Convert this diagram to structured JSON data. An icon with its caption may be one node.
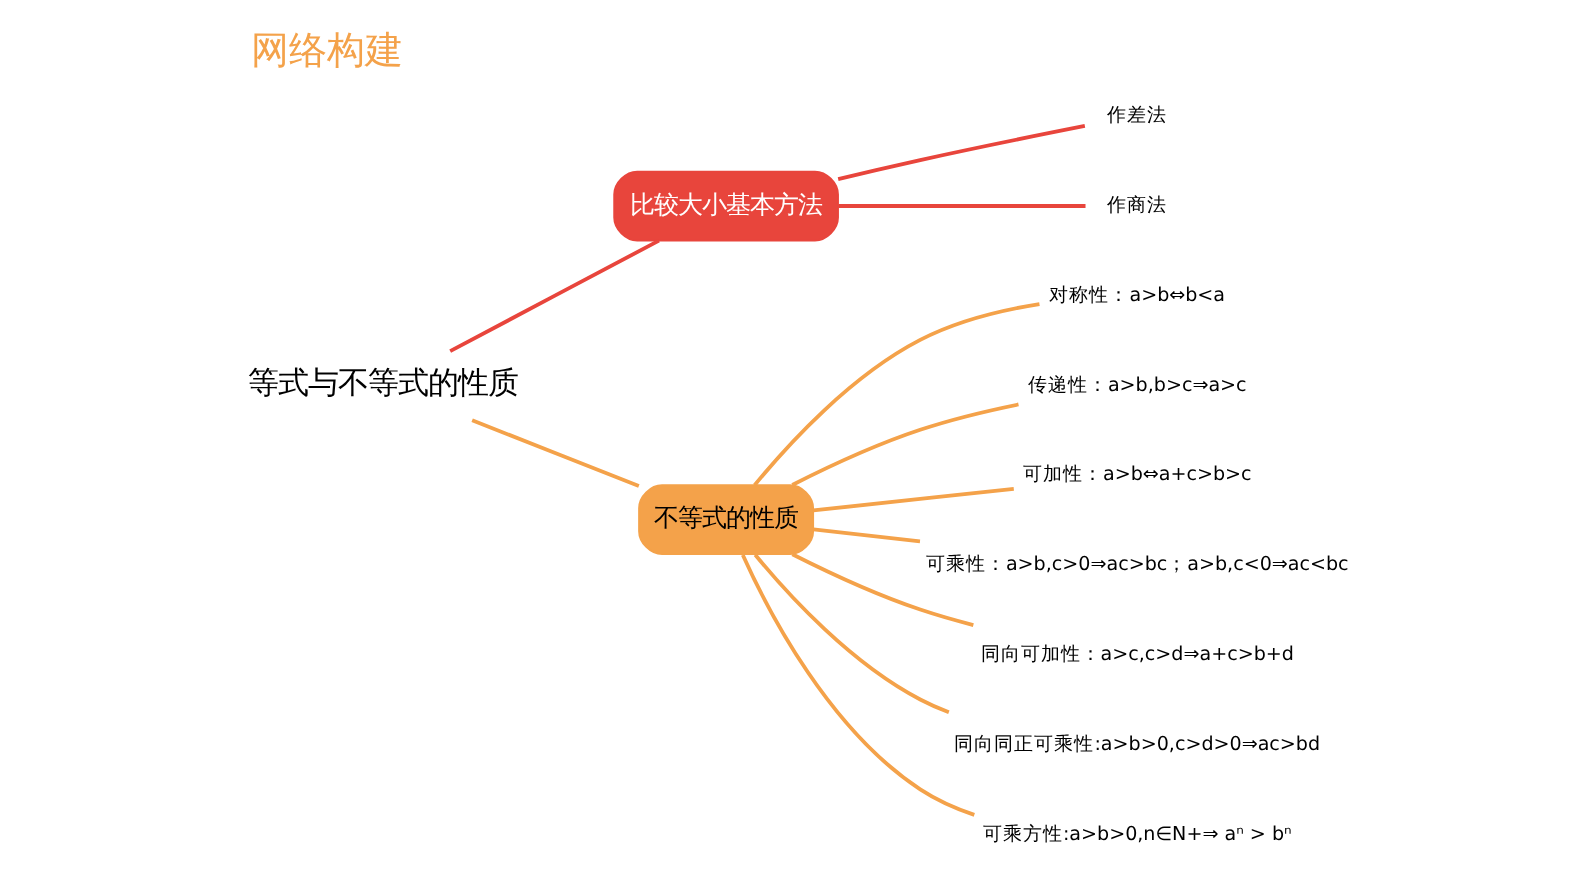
{
  "diagram": {
    "title": "网络构建",
    "nodes": [
      {
        "text": [
          "等式与不等式的性质"
        ]
      },
      {
        "text": [
          "比较大小基本方法"
        ]
      },
      {
        "text": [
          "作差法"
        ]
      },
      {
        "text": [
          "作商法"
        ]
      },
      {
        "text": [
          "不等式的性质"
        ]
      },
      {
        "text": [
          "对称性：a>b⇔b<a"
        ]
      },
      {
        "text": [
          "传递性：a>b,b>c⇒a>c"
        ]
      },
      {
        "text": [
          "可加性：a>b⇔a+c>b>c"
        ]
      },
      {
        "text": [
          "可乘性：a>b,c>0⇒ac>bc；a>b,c<0⇒ac<bc"
        ]
      },
      {
        "text": [
          "同向可加性：a>c,c>d⇒a+c>b+d"
        ]
      },
      {
        "text": [
          "同向同正可乘性:a>b>0,c>d>0⇒ac>bd"
        ]
      },
      {
        "text": [
          "可乘方性:a>b>0,n∈N+⇒ aⁿ > bⁿ"
        ]
      }
    ],
    "edges": [
      {
        "from": 0,
        "to": 1,
        "arrow": "none",
        "color": "#e8453c"
      },
      {
        "from": 1,
        "to": 2,
        "arrow": "none",
        "color": "#e8453c"
      },
      {
        "from": 1,
        "to": 3,
        "arrow": "none",
        "color": "#e8453c"
      },
      {
        "from": 0,
        "to": 4,
        "arrow": "none"
      },
      {
        "from": 4,
        "to": 5,
        "arrow": "none"
      },
      {
        "from": 4,
        "to": 6,
        "arrow": "none"
      },
      {
        "from": 4,
        "to": 7,
        "arrow": "none"
      },
      {
        "from": 4,
        "to": 8,
        "arrow": "none"
      },
      {
        "from": 4,
        "to": 9,
        "arrow": "none"
      },
      {
        "from": 4,
        "to": 10,
        "arrow": "none"
      },
      {
        "from": 4,
        "to": 11,
        "arrow": "none"
      }
    ]
  }
}
